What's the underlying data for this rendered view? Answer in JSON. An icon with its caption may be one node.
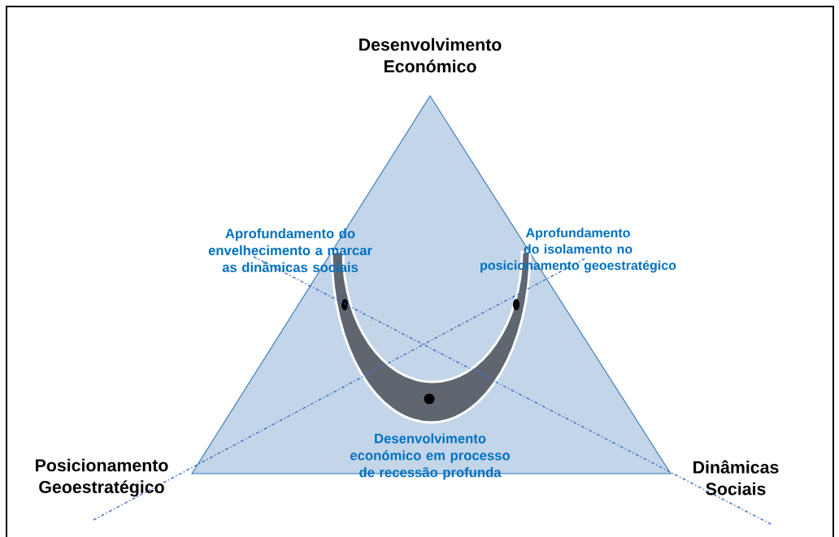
{
  "diagram": {
    "labels": [
      "Desenvolvimento Económico",
      "Aprofundamento do envelhecimento a marcar as dinâmicas sociais",
      "Aprofundamento do isolamento no posicionamento geoestratégico",
      "Posicionamento Geoestratégico",
      "Desenvolvimento económico em processo de recessão profunda",
      "Dinâmicas Sociais"
    ]
  }
}
